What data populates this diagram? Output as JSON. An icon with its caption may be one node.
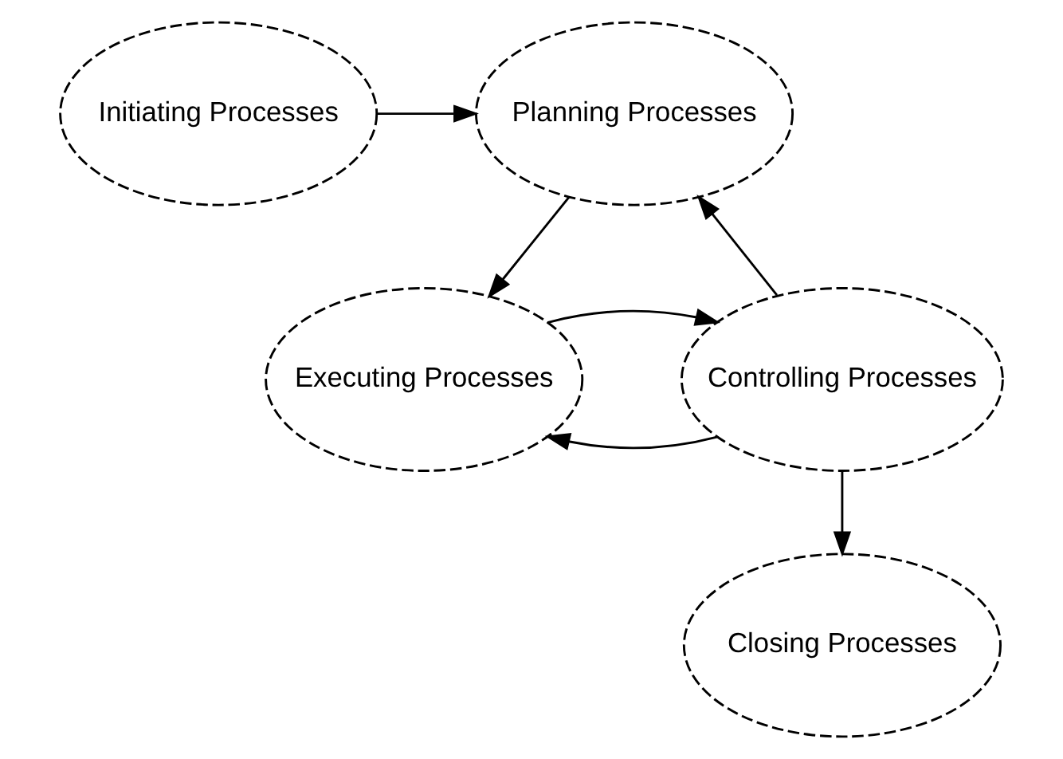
{
  "diagram": {
    "nodes": [
      {
        "text": [
          "Initiating Processes"
        ]
      },
      {
        "text": [
          "Planning Processes"
        ]
      },
      {
        "text": [
          "Controlling Processes"
        ]
      },
      {
        "text": [
          "Executing Processes"
        ]
      },
      {
        "text": [
          "Closing Processes"
        ]
      }
    ],
    "edges": [
      {
        "from": 0,
        "to": 1,
        "arrow": "to"
      },
      {
        "from": 1,
        "to": 3,
        "arrow": "to"
      },
      {
        "from": 2,
        "to": 1,
        "arrow": "to"
      },
      {
        "from": 2,
        "to": 3,
        "arrow": "to"
      },
      {
        "from": 3,
        "to": 2,
        "arrow": "to"
      },
      {
        "from": 2,
        "to": 4,
        "arrow": "to"
      }
    ]
  }
}
